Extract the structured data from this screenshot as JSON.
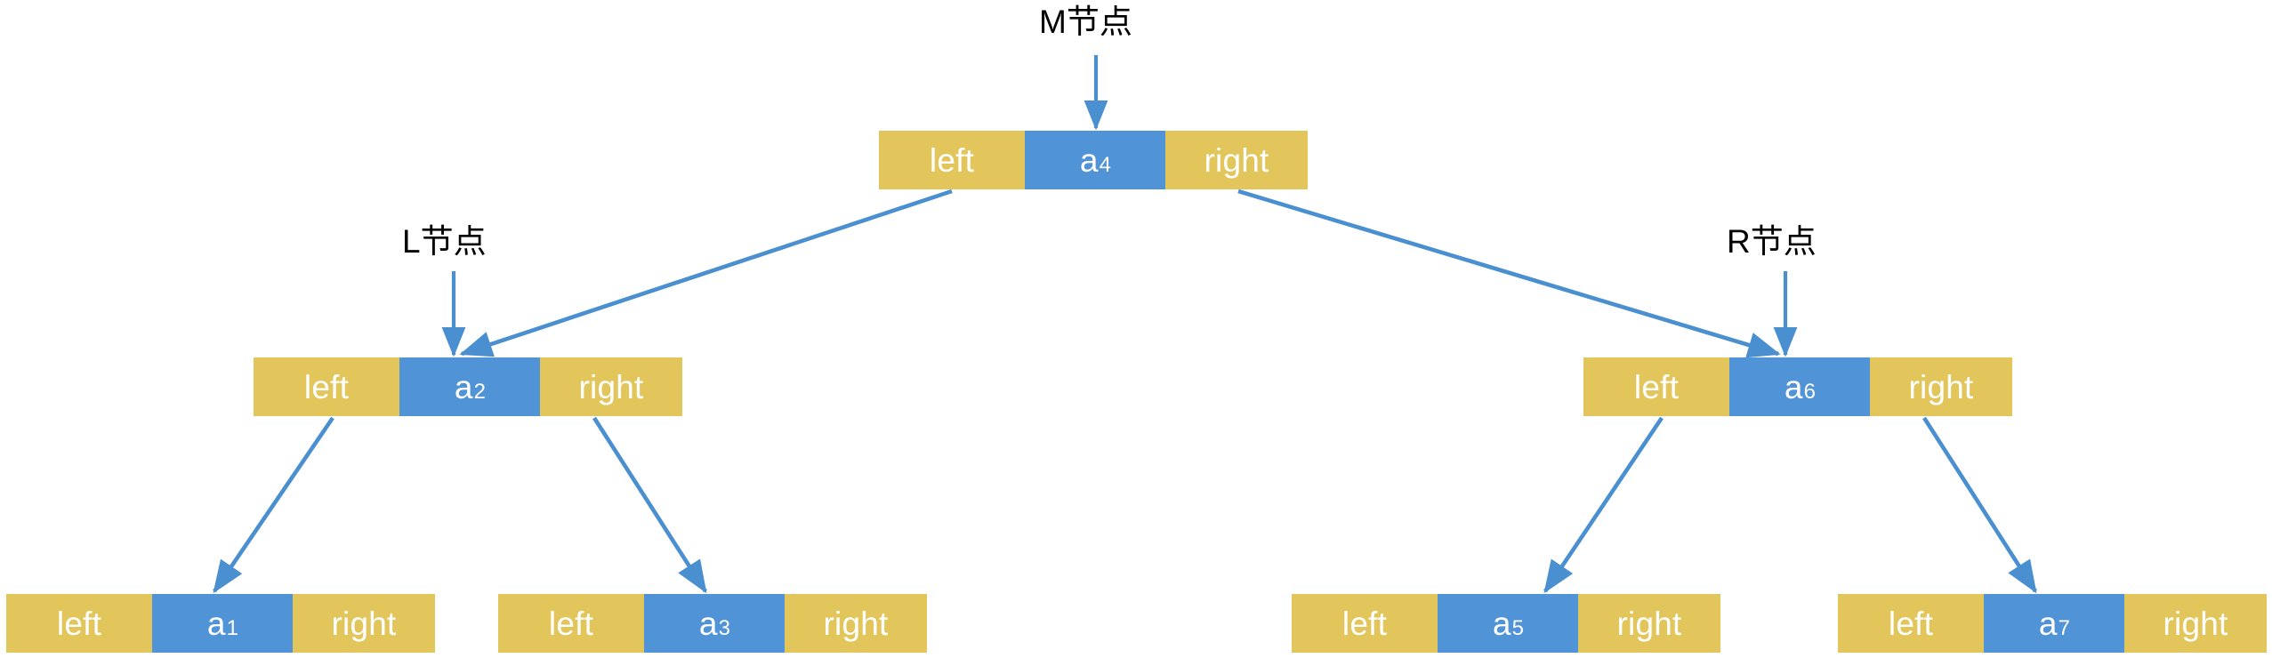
{
  "diagram": {
    "title": "",
    "colors": {
      "pointer_cell": "#e3c65b",
      "key_cell": "#5093d6",
      "arrow": "#4a90d0",
      "label_text": "#000000",
      "cell_text": "#ffffff",
      "background": "#ffffff"
    },
    "cell_labels": {
      "left": "left",
      "right": "right"
    },
    "callouts": [
      {
        "id": "m-node",
        "text": "M节点"
      },
      {
        "id": "l-node",
        "text": "L节点"
      },
      {
        "id": "r-node",
        "text": "R节点"
      }
    ],
    "nodes": [
      {
        "id": "root",
        "level": 0,
        "left_label": "left",
        "key_base": "a",
        "key_sub": "4",
        "key_full": "a4",
        "right_label": "right"
      },
      {
        "id": "l-subtree-root",
        "level": 1,
        "left_label": "left",
        "key_base": "a",
        "key_sub": "2",
        "key_full": "a2",
        "right_label": "right"
      },
      {
        "id": "r-subtree-root",
        "level": 1,
        "left_label": "left",
        "key_base": "a",
        "key_sub": "6",
        "key_full": "a6",
        "right_label": "right"
      },
      {
        "id": "leaf-a1",
        "level": 2,
        "left_label": "left",
        "key_base": "a",
        "key_sub": "1",
        "key_full": "a1",
        "right_label": "right"
      },
      {
        "id": "leaf-a3",
        "level": 2,
        "left_label": "left",
        "key_base": "a",
        "key_sub": "3",
        "key_full": "a3",
        "right_label": "right"
      },
      {
        "id": "leaf-a5",
        "level": 2,
        "left_label": "left",
        "key_base": "a",
        "key_sub": "5",
        "key_full": "a5",
        "right_label": "right"
      },
      {
        "id": "leaf-a7",
        "level": 2,
        "left_label": "left",
        "key_base": "a",
        "key_sub": "7",
        "key_full": "a7",
        "right_label": "right"
      }
    ],
    "edges": [
      {
        "from": "root.left",
        "to": "l-subtree-root"
      },
      {
        "from": "root.right",
        "to": "r-subtree-root"
      },
      {
        "from": "l-subtree-root.left",
        "to": "leaf-a1"
      },
      {
        "from": "l-subtree-root.right",
        "to": "leaf-a3"
      },
      {
        "from": "r-subtree-root.left",
        "to": "leaf-a5"
      },
      {
        "from": "r-subtree-root.right",
        "to": "leaf-a7"
      }
    ]
  }
}
